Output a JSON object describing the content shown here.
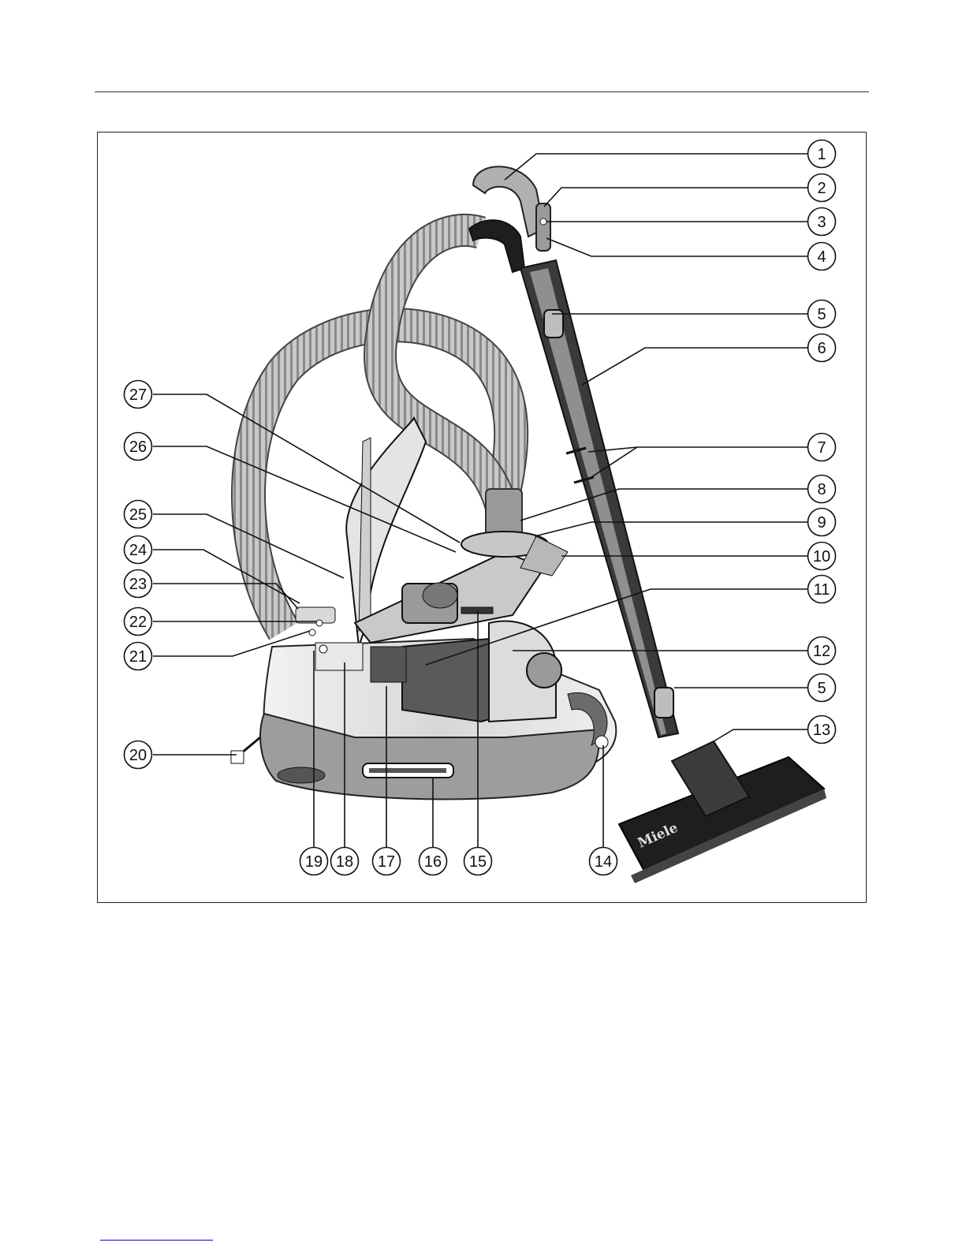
{
  "figure": {
    "callouts": [
      {
        "id": "c1",
        "label": "1"
      },
      {
        "id": "c2",
        "label": "2"
      },
      {
        "id": "c3",
        "label": "3"
      },
      {
        "id": "c4",
        "label": "4"
      },
      {
        "id": "c5a",
        "label": "5"
      },
      {
        "id": "c6",
        "label": "6"
      },
      {
        "id": "c7",
        "label": "7"
      },
      {
        "id": "c8",
        "label": "8"
      },
      {
        "id": "c9",
        "label": "9"
      },
      {
        "id": "c10",
        "label": "10"
      },
      {
        "id": "c11",
        "label": "11"
      },
      {
        "id": "c12",
        "label": "12"
      },
      {
        "id": "c5b",
        "label": "5"
      },
      {
        "id": "c13",
        "label": "13"
      },
      {
        "id": "c14",
        "label": "14"
      },
      {
        "id": "c15",
        "label": "15"
      },
      {
        "id": "c16",
        "label": "16"
      },
      {
        "id": "c17",
        "label": "17"
      },
      {
        "id": "c18",
        "label": "18"
      },
      {
        "id": "c19",
        "label": "19"
      },
      {
        "id": "c20",
        "label": "20"
      },
      {
        "id": "c21",
        "label": "21"
      },
      {
        "id": "c22",
        "label": "22"
      },
      {
        "id": "c23",
        "label": "23"
      },
      {
        "id": "c24",
        "label": "24"
      },
      {
        "id": "c25",
        "label": "25"
      },
      {
        "id": "c26",
        "label": "26"
      },
      {
        "id": "c27",
        "label": "27"
      }
    ],
    "brand_logo_text": "Miele"
  },
  "colors": {
    "line": "#111111",
    "body_light": "#eeeeee",
    "body_mid": "#b5b5b5",
    "body_dark": "#5a5a5a",
    "handle_dark": "#1e1e1e",
    "link_blue": "#0000ff"
  }
}
